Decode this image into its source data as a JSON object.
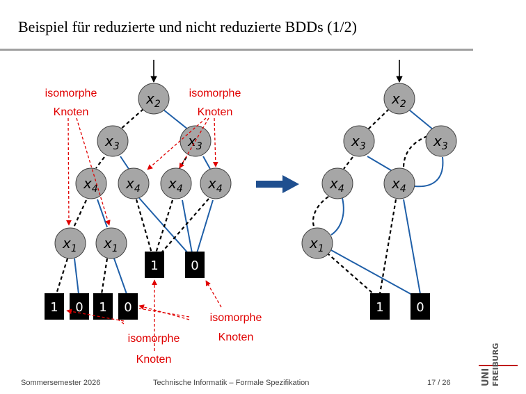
{
  "slide": {
    "title": "Beispiel für reduzierte und nicht reduzierte BDDs (1/2)",
    "footer_left": "Sommersemester 2026",
    "footer_center": "Technische Informatik – Formale Spezifikation",
    "footer_page": "17 / 26"
  },
  "annotations": {
    "iso_top_left_1": "isomorphe",
    "iso_top_left_2": "Knoten",
    "iso_top_right_1": "isomorphe",
    "iso_top_right_2": "Knoten",
    "iso_bottom_right_1": "isomorphe",
    "iso_bottom_right_2": "Knoten",
    "iso_bottom_left_1": "isomorphe",
    "iso_bottom_left_2": "Knoten"
  },
  "nodes": {
    "x2": "x",
    "x2_sub": "2",
    "x3": "x",
    "x3_sub": "3",
    "x4": "x",
    "x4_sub": "4",
    "x1": "x",
    "x1_sub": "1"
  },
  "terminals": {
    "one": "1",
    "zero": "0"
  },
  "logo": {
    "line1": "UNI",
    "line2": "FREIBURG"
  },
  "colors": {
    "node_fill": "#a6a6a6",
    "solid_edge": "#1f5fa8",
    "dashed_edge": "#000000",
    "annotation": "#e00000",
    "terminal": "#000000",
    "arrow": "#1f4f8f"
  }
}
